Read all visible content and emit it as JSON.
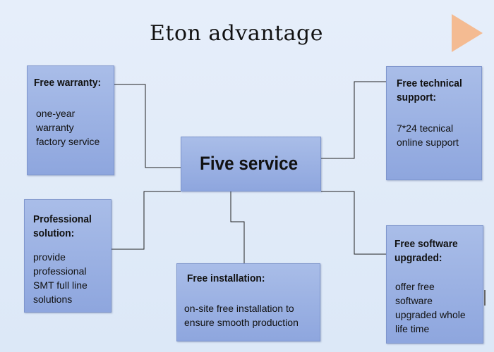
{
  "title": "Eton advantage",
  "center": {
    "label": "Five service"
  },
  "services": [
    {
      "id": "warranty",
      "title": "Free warranty:",
      "body": "one-year\nwarranty\nfactory service"
    },
    {
      "id": "technical",
      "title": "Free technical\nsupport:",
      "body": "7*24 tecnical\nonline support"
    },
    {
      "id": "solution",
      "title": "Professional\nsolution:",
      "body": "provide\nprofessional\nSMT full line\nsolutions"
    },
    {
      "id": "installation",
      "title": "Free installation:",
      "body": "on-site free installation to\nensure smooth production"
    },
    {
      "id": "software",
      "title": "Free software\nupgraded:",
      "body": "offer free\nsoftware\nupgraded whole\nlife time"
    }
  ],
  "colors": {
    "box_fill": "#9fb4e4",
    "box_border": "#7e95cc",
    "connector": "#222222",
    "accent_triangle": "#f4bb92"
  },
  "icons": {
    "corner": "play-triangle-icon"
  }
}
